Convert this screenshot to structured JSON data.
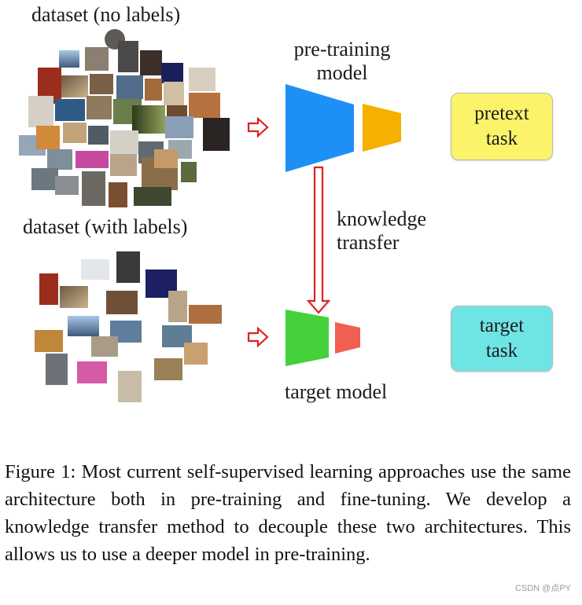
{
  "figure": {
    "dataset_no_labels": "dataset (no labels)",
    "dataset_with_labels": "dataset (with labels)",
    "pretraining_model": [
      "pre-training",
      "model"
    ],
    "pretext_task": [
      "pretext",
      "task"
    ],
    "knowledge_transfer": [
      "knowledge",
      "transfer"
    ],
    "target_model": "target model",
    "target_task": [
      "target",
      "task"
    ],
    "colors": {
      "pretrain_encoder": "#1e90f5",
      "pretrain_head": "#f5b000",
      "target_encoder": "#44d13a",
      "target_head": "#f06050",
      "pretext_box": "#fbf46a",
      "target_box": "#6fe4e4",
      "arrow": "#e02020"
    }
  },
  "caption": "Figure 1: Most current self-supervised learning approaches use the same architecture both in pre-training and fine-tuning. We develop a knowledge transfer method to decouple these two architectures. This allows us to use a deeper model in pre-training.",
  "watermark": "CSDN @点PY"
}
